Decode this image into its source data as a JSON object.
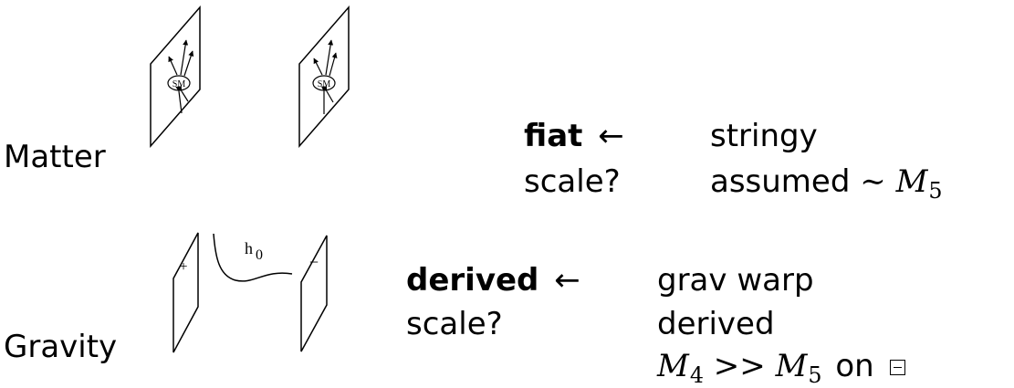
{
  "labels": {
    "matter": "Matter",
    "gravity": "Gravity"
  },
  "diagram": {
    "sm_label": "SM",
    "h0_label": "h",
    "h0_sub": "0",
    "plus_sign": "+",
    "minus_sign": "−"
  },
  "matter_row": {
    "left_top": "fiat",
    "arrow": "←",
    "left_bottom": "scale?",
    "right_top": "stringy",
    "right_bottom_prefix": "assumed",
    "sim": "∼",
    "m_symbol": "M",
    "m_sub": "5"
  },
  "gravity_row": {
    "left_top": "derived",
    "arrow": "←",
    "left_bottom": "scale?",
    "right_line1": "grav warp",
    "right_line2": "derived",
    "m4_symbol": "M",
    "m4_sub": "4",
    "gtgt": ">>",
    "m5_symbol": "M",
    "m5_sub": "5",
    "on_text": "on"
  },
  "icons": {
    "minus_box": "minus-box-icon"
  }
}
